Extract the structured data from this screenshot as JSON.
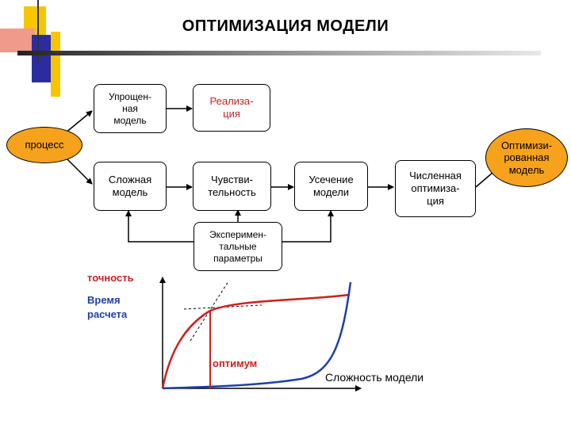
{
  "title": "ОПТИМИЗАЦИЯ МОДЕЛИ",
  "nodes": {
    "process": "процесс",
    "simplified_model": "Упрощен-\nная\nмодель",
    "realization": "Реализа-\nция",
    "complex_model": "Сложная\nмодель",
    "sensitivity": "Чувстви-\nтельность",
    "truncation": "Усечение\nмодели",
    "numerical_optimization": "Численная\nоптимиза-\nция",
    "optimized_model": "Оптимизи-\nрованная\nмодель",
    "experimental_parameters": "Эксперимен-\nтальные\nпараметры"
  },
  "graph": {
    "accuracy_label": "точность",
    "time_label": "Время\nрасчета",
    "optimum_label": "оптимум",
    "x_axis_label": "Сложность модели",
    "colors": {
      "accuracy": "#cc1f1f",
      "time": "#1f3fa8",
      "optimum_line": "#cc1f1f",
      "tangents": "#000000"
    }
  },
  "colors": {
    "oval_fill": "#f6a21d",
    "deco_yellow": "#f7c600",
    "deco_red": "#e8412c",
    "deco_blue": "#2c2ca0",
    "realization_text": "#cc1f1f"
  }
}
